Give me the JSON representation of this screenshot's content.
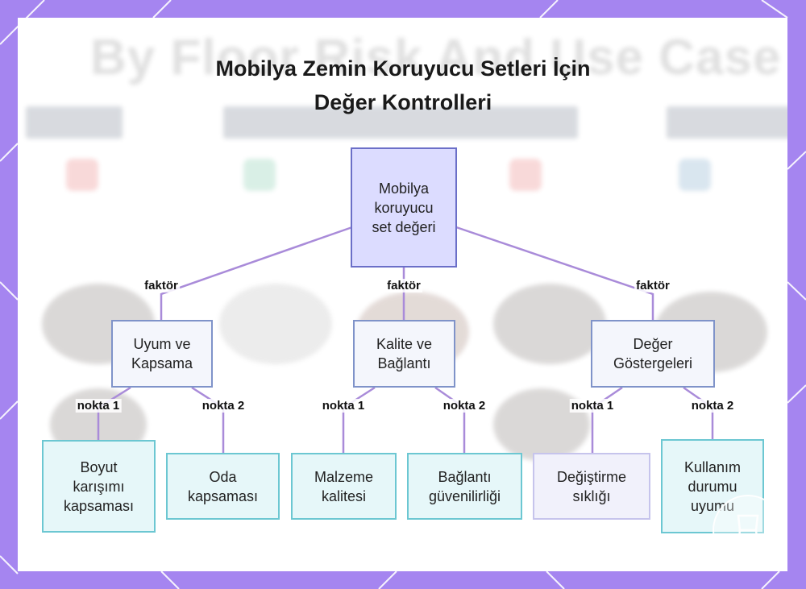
{
  "title": [
    "Mobilya Zemin Koruyucu Setleri İçin",
    "Değer Kontrolleri"
  ],
  "background_text": "By Floor Risk And Use Case",
  "root": {
    "lines": [
      "Mobilya",
      "koruyucu",
      "set değeri"
    ]
  },
  "factor_label": "faktör",
  "point1_label": "nokta 1",
  "point2_label": "nokta 2",
  "groups": [
    {
      "lines": [
        "Uyum ve",
        "Kapsama"
      ],
      "leaves": [
        {
          "lines": [
            "Boyut",
            "karışımı",
            "kapsaması"
          ]
        },
        {
          "lines": [
            "Oda",
            "kapsaması"
          ]
        }
      ]
    },
    {
      "lines": [
        "Kalite ve",
        "Bağlantı"
      ],
      "leaves": [
        {
          "lines": [
            "Malzeme",
            "kalitesi"
          ]
        },
        {
          "lines": [
            "Bağlantı",
            "güvenilirliği"
          ]
        }
      ]
    },
    {
      "lines": [
        "Değer",
        "Göstergeleri"
      ],
      "leaves": [
        {
          "lines": [
            "Değiştirme",
            "sıklığı"
          ]
        },
        {
          "lines": [
            "Kullanım",
            "durumu",
            "uyumu"
          ]
        }
      ]
    }
  ],
  "colors": {
    "frame": "#a585f0",
    "connector": "#a98bd9",
    "root_fill": "#dcdcff",
    "mid_fill": "#f4f6fc",
    "leaf_fill": "#e6f7f9"
  }
}
